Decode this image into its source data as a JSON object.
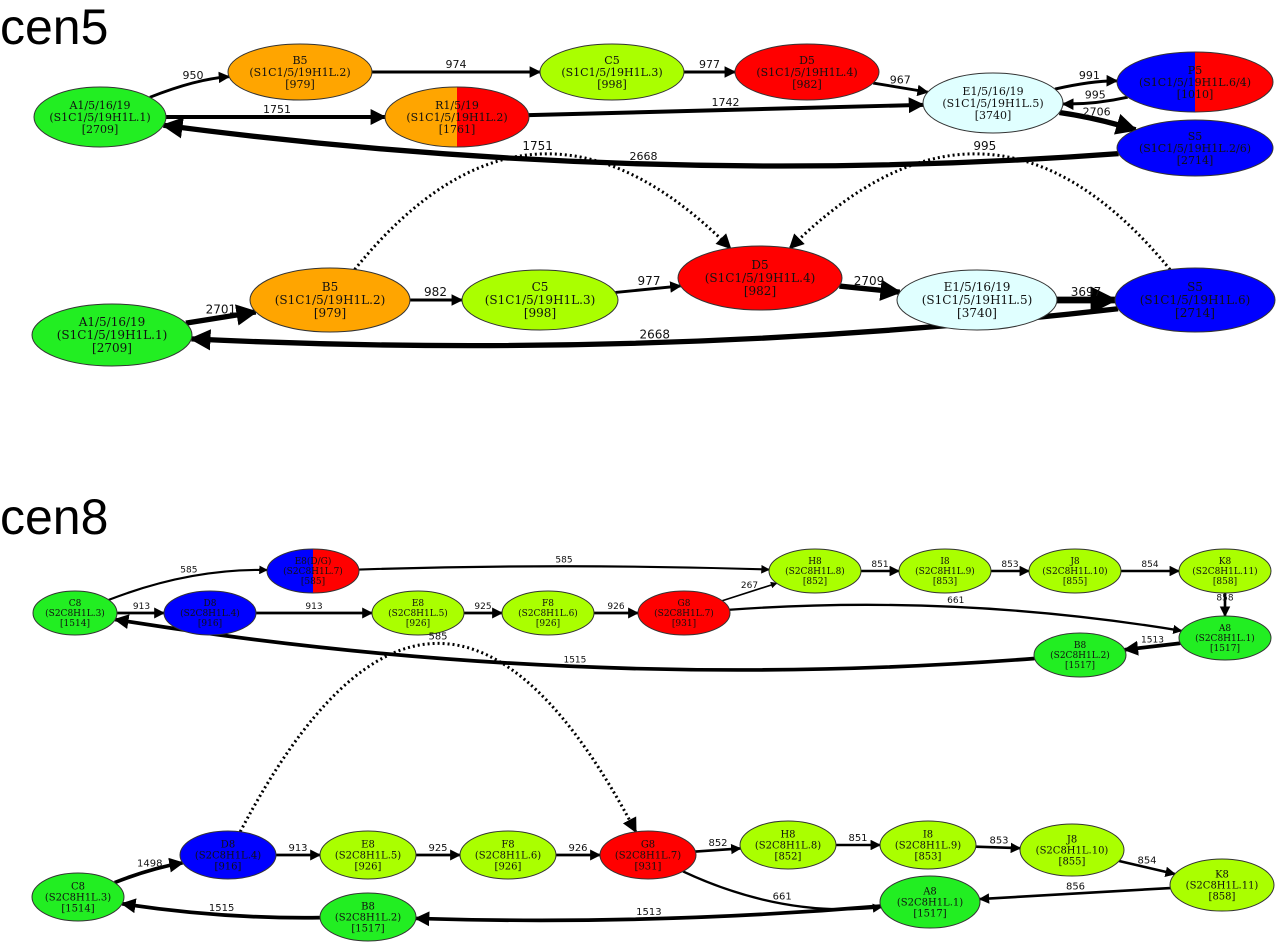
{
  "sections": [
    {
      "title": "cen5",
      "diagrams": [
        {
          "nodes": [
            {
              "id": "A",
              "name": "A1/5/16/19",
              "code": "(S1C1/5/19H1L.1)",
              "count": "[2709]",
              "fill": [
                "#22ee22"
              ]
            },
            {
              "id": "B5",
              "name": "B5",
              "code": "(S1C1/5/19H1L.2)",
              "count": "[979]",
              "fill": [
                "#ffa500"
              ]
            },
            {
              "id": "R1",
              "name": "R1/5/19",
              "code": "(S1C1/5/19H1L.2)",
              "count": "[1761]",
              "fill": [
                "#ffa500",
                "#ff0000"
              ]
            },
            {
              "id": "C5",
              "name": "C5",
              "code": "(S1C1/5/19H1L.3)",
              "count": "[998]",
              "fill": [
                "#aaff00"
              ]
            },
            {
              "id": "D5",
              "name": "D5",
              "code": "(S1C1/5/19H1L.4)",
              "count": "[982]",
              "fill": [
                "#ff0000"
              ]
            },
            {
              "id": "E1",
              "name": "E1/5/16/19",
              "code": "(S1C1/5/19H1L.5)",
              "count": "[3740]",
              "fill": [
                "#e0ffff"
              ]
            },
            {
              "id": "P5",
              "name": "P5",
              "code": "(S1C1/5/19H1L.6/4)",
              "count": "[1010]",
              "fill": [
                "#0000ff",
                "#ff0000"
              ]
            },
            {
              "id": "S5",
              "name": "S5",
              "code": "(S1C1/5/19H1L.2/6)",
              "count": "[2714]",
              "fill": [
                "#0000ff"
              ]
            }
          ],
          "edges": [
            {
              "from": "A",
              "to": "B5",
              "label": "950",
              "style": "solid"
            },
            {
              "from": "B5",
              "to": "C5",
              "label": "974",
              "style": "solid"
            },
            {
              "from": "C5",
              "to": "D5",
              "label": "977",
              "style": "solid"
            },
            {
              "from": "D5",
              "to": "E1",
              "label": "967",
              "style": "solid"
            },
            {
              "from": "E1",
              "to": "P5",
              "label": "991",
              "style": "solid"
            },
            {
              "from": "P5",
              "to": "E1",
              "label": "995",
              "style": "solid"
            },
            {
              "from": "E1",
              "to": "S5",
              "label": "2706",
              "style": "solid"
            },
            {
              "from": "A",
              "to": "R1",
              "label": "1751",
              "style": "solid"
            },
            {
              "from": "R1",
              "to": "E1",
              "label": "1742",
              "style": "solid"
            },
            {
              "from": "S5",
              "to": "A",
              "label": "2668",
              "style": "solid"
            }
          ]
        },
        {
          "nodes": [
            {
              "id": "A",
              "name": "A1/5/16/19",
              "code": "(S1C1/5/19H1L.1)",
              "count": "[2709]",
              "fill": [
                "#22ee22"
              ]
            },
            {
              "id": "B5",
              "name": "B5",
              "code": "(S1C1/5/19H1L.2)",
              "count": "[979]",
              "fill": [
                "#ffa500"
              ]
            },
            {
              "id": "C5",
              "name": "C5",
              "code": "(S1C1/5/19H1L.3)",
              "count": "[998]",
              "fill": [
                "#aaff00"
              ]
            },
            {
              "id": "D5",
              "name": "D5",
              "code": "(S1C1/5/19H1L.4)",
              "count": "[982]",
              "fill": [
                "#ff0000"
              ]
            },
            {
              "id": "E1",
              "name": "E1/5/16/19",
              "code": "(S1C1/5/19H1L.5)",
              "count": "[3740]",
              "fill": [
                "#e0ffff"
              ]
            },
            {
              "id": "S5",
              "name": "S5",
              "code": "(S1C1/5/19H1L.6)",
              "count": "[2714]",
              "fill": [
                "#0000ff"
              ]
            }
          ],
          "edges": [
            {
              "from": "A",
              "to": "B5",
              "label": "2701",
              "style": "solid"
            },
            {
              "from": "B5",
              "to": "C5",
              "label": "982",
              "style": "solid"
            },
            {
              "from": "C5",
              "to": "D5",
              "label": "977",
              "style": "solid"
            },
            {
              "from": "D5",
              "to": "E1",
              "label": "2709",
              "style": "solid"
            },
            {
              "from": "E1",
              "to": "S5",
              "label": "3697",
              "style": "solid"
            },
            {
              "from": "S5",
              "to": "A",
              "label": "2668",
              "style": "solid"
            },
            {
              "from": "B5",
              "to": "D5",
              "label": "1751",
              "style": "dotted"
            },
            {
              "from": "S5",
              "to": "D5",
              "label": "995",
              "style": "dotted"
            }
          ]
        }
      ]
    },
    {
      "title": "cen8",
      "diagrams": [
        {
          "nodes": [
            {
              "id": "C8",
              "name": "C8",
              "code": "(S2C8H1L.3)",
              "count": "[1514]",
              "fill": [
                "#22ee22"
              ]
            },
            {
              "id": "EDG",
              "name": "E8(D/G)",
              "code": "(S2C8H1L.7)",
              "count": "[585]",
              "fill": [
                "#0000ff",
                "#ff0000"
              ]
            },
            {
              "id": "D8",
              "name": "D8",
              "code": "(S2C8H1L.4)",
              "count": "[916]",
              "fill": [
                "#0000ff"
              ]
            },
            {
              "id": "E8",
              "name": "E8",
              "code": "(S2C8H1L.5)",
              "count": "[926]",
              "fill": [
                "#aaff00"
              ]
            },
            {
              "id": "F8",
              "name": "F8",
              "code": "(S2C8H1L.6)",
              "count": "[926]",
              "fill": [
                "#aaff00"
              ]
            },
            {
              "id": "G8",
              "name": "G8",
              "code": "(S2C8H1L.7)",
              "count": "[931]",
              "fill": [
                "#ff0000"
              ]
            },
            {
              "id": "H8",
              "name": "H8",
              "code": "(S2C8H1L.8)",
              "count": "[852]",
              "fill": [
                "#aaff00"
              ]
            },
            {
              "id": "I8",
              "name": "I8",
              "code": "(S2C8H1L.9)",
              "count": "[853]",
              "fill": [
                "#aaff00"
              ]
            },
            {
              "id": "J8",
              "name": "J8",
              "code": "(S2C8H1L.10)",
              "count": "[855]",
              "fill": [
                "#aaff00"
              ]
            },
            {
              "id": "K8",
              "name": "K8",
              "code": "(S2C8H1L.11)",
              "count": "[858]",
              "fill": [
                "#aaff00"
              ]
            },
            {
              "id": "A8",
              "name": "A8",
              "code": "(S2C8H1L.1)",
              "count": "[1517]",
              "fill": [
                "#22ee22"
              ]
            },
            {
              "id": "B8",
              "name": "B8",
              "code": "(S2C8H1L.2)",
              "count": "[1517]",
              "fill": [
                "#22ee22"
              ]
            }
          ],
          "edges": [
            {
              "from": "C8",
              "to": "EDG",
              "label": "585",
              "style": "solid"
            },
            {
              "from": "C8",
              "to": "D8",
              "label": "913",
              "style": "solid"
            },
            {
              "from": "EDG",
              "to": "H8",
              "label": "585",
              "style": "solid"
            },
            {
              "from": "D8",
              "to": "E8",
              "label": "913",
              "style": "solid"
            },
            {
              "from": "E8",
              "to": "F8",
              "label": "925",
              "style": "solid"
            },
            {
              "from": "F8",
              "to": "G8",
              "label": "926",
              "style": "solid"
            },
            {
              "from": "G8",
              "to": "H8",
              "label": "267",
              "style": "solid"
            },
            {
              "from": "G8",
              "to": "A8",
              "label": "661",
              "style": "solid"
            },
            {
              "from": "H8",
              "to": "I8",
              "label": "851",
              "style": "solid"
            },
            {
              "from": "I8",
              "to": "J8",
              "label": "853",
              "style": "solid"
            },
            {
              "from": "J8",
              "to": "K8",
              "label": "854",
              "style": "solid"
            },
            {
              "from": "K8",
              "to": "A8",
              "label": "858",
              "style": "solid"
            },
            {
              "from": "A8",
              "to": "B8",
              "label": "1513",
              "style": "solid"
            },
            {
              "from": "B8",
              "to": "C8",
              "label": "1515",
              "style": "solid"
            }
          ]
        },
        {
          "nodes": [
            {
              "id": "C8",
              "name": "C8",
              "code": "(S2C8H1L.3)",
              "count": "[1514]",
              "fill": [
                "#22ee22"
              ]
            },
            {
              "id": "D8",
              "name": "D8",
              "code": "(S2C8H1L.4)",
              "count": "[916]",
              "fill": [
                "#0000ff"
              ]
            },
            {
              "id": "E8",
              "name": "E8",
              "code": "(S2C8H1L.5)",
              "count": "[926]",
              "fill": [
                "#aaff00"
              ]
            },
            {
              "id": "F8",
              "name": "F8",
              "code": "(S2C8H1L.6)",
              "count": "[926]",
              "fill": [
                "#aaff00"
              ]
            },
            {
              "id": "G8",
              "name": "G8",
              "code": "(S2C8H1L.7)",
              "count": "[931]",
              "fill": [
                "#ff0000"
              ]
            },
            {
              "id": "H8",
              "name": "H8",
              "code": "(S2C8H1L.8)",
              "count": "[852]",
              "fill": [
                "#aaff00"
              ]
            },
            {
              "id": "I8",
              "name": "I8",
              "code": "(S2C8H1L.9)",
              "count": "[853]",
              "fill": [
                "#aaff00"
              ]
            },
            {
              "id": "J8",
              "name": "J8",
              "code": "(S2C8H1L.10)",
              "count": "[855]",
              "fill": [
                "#aaff00"
              ]
            },
            {
              "id": "K8",
              "name": "K8",
              "code": "(S2C8H1L.11)",
              "count": "[858]",
              "fill": [
                "#aaff00"
              ]
            },
            {
              "id": "A8",
              "name": "A8",
              "code": "(S2C8H1L.1)",
              "count": "[1517]",
              "fill": [
                "#22ee22"
              ]
            },
            {
              "id": "B8",
              "name": "B8",
              "code": "(S2C8H1L.2)",
              "count": "[1517]",
              "fill": [
                "#22ee22"
              ]
            }
          ],
          "edges": [
            {
              "from": "C8",
              "to": "D8",
              "label": "1498",
              "style": "solid"
            },
            {
              "from": "D8",
              "to": "E8",
              "label": "913",
              "style": "solid"
            },
            {
              "from": "E8",
              "to": "F8",
              "label": "925",
              "style": "solid"
            },
            {
              "from": "F8",
              "to": "G8",
              "label": "926",
              "style": "solid"
            },
            {
              "from": "G8",
              "to": "H8",
              "label": "852",
              "style": "solid"
            },
            {
              "from": "H8",
              "to": "I8",
              "label": "851",
              "style": "solid"
            },
            {
              "from": "I8",
              "to": "J8",
              "label": "853",
              "style": "solid"
            },
            {
              "from": "J8",
              "to": "K8",
              "label": "854",
              "style": "solid"
            },
            {
              "from": "K8",
              "to": "A8",
              "label": "856",
              "style": "solid"
            },
            {
              "from": "G8",
              "to": "A8",
              "label": "661",
              "style": "solid"
            },
            {
              "from": "A8",
              "to": "B8",
              "label": "1513",
              "style": "solid"
            },
            {
              "from": "B8",
              "to": "C8",
              "label": "1515",
              "style": "solid"
            },
            {
              "from": "D8",
              "to": "G8",
              "label": "585",
              "style": "dotted"
            }
          ]
        }
      ]
    }
  ]
}
